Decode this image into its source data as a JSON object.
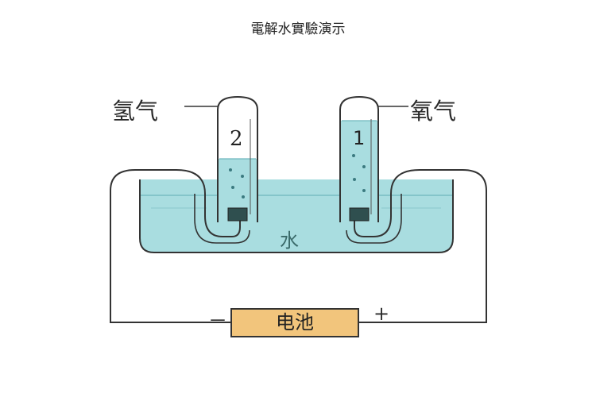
{
  "title": "電解水實驗演示",
  "labels": {
    "hydrogen": "氢气",
    "oxygen": "氧气",
    "water": "水",
    "battery": "电池",
    "negative": "－",
    "positive": "+",
    "hydrogen_volume": "2",
    "oxygen_volume": "1"
  },
  "colors": {
    "water": "#a9dde0",
    "water_surface": "#6fb7bd",
    "battery_fill": "#f2c57c",
    "wire": "#333333"
  }
}
